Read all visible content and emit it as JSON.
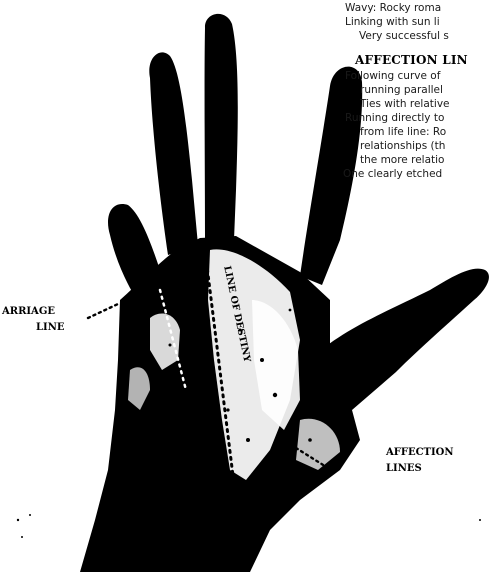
{
  "text_block": {
    "lines": [
      "Wavy: Rocky roma",
      "Linking with sun li",
      "Very successful s"
    ],
    "affection_heading": "AFFECTION LIN",
    "affection_lines": [
      "Following curve of",
      "running parallel",
      "Ties with relative",
      "Running directly to",
      "from life line: Ro",
      "relationships (th",
      "the more relatio",
      "One clearly etched"
    ]
  },
  "labels": {
    "marriage_line": [
      "ARRIAGE",
      "LINE"
    ],
    "line_of_destiny": "LINE OF DESTINY",
    "affection_lines": [
      "AFFECTION",
      "LINES"
    ]
  },
  "colors": {
    "ink": "#000000",
    "paper": "#ffffff"
  }
}
